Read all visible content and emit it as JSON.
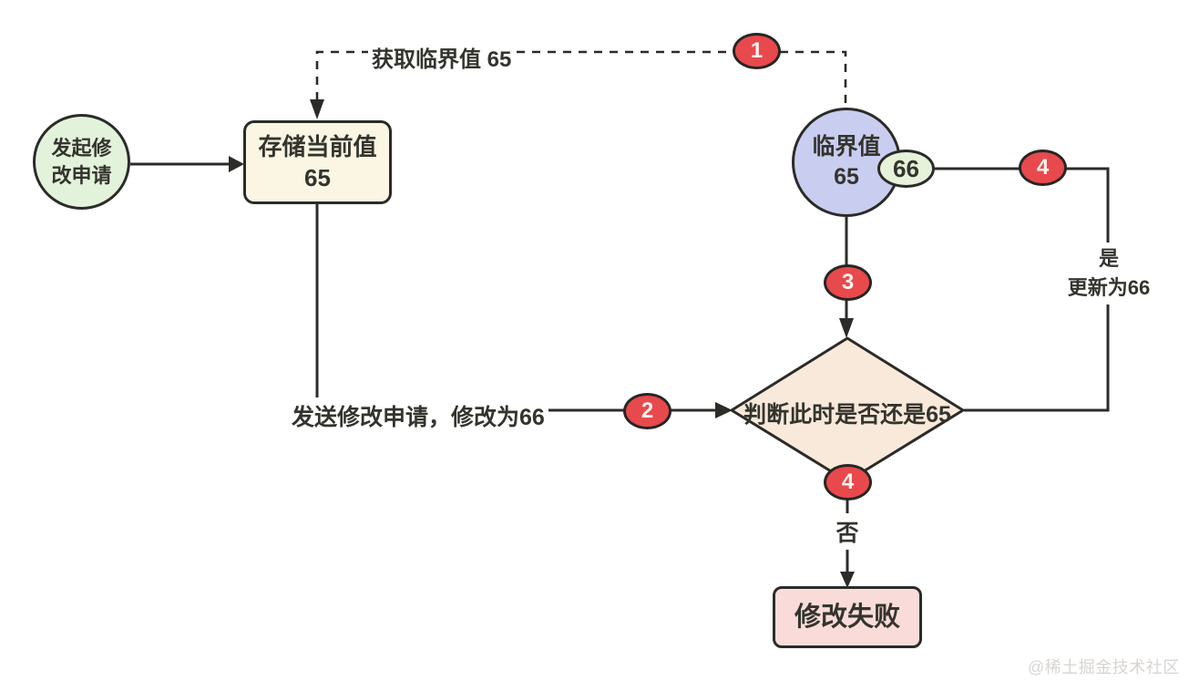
{
  "palette": {
    "stroke": "#2b2b28",
    "badge_fill": "#e8494c",
    "badge_text": "#fdf3f0",
    "start_fill": "#e3f2da",
    "store_fill": "#faf6e3",
    "critical_fill": "#c9cdf0",
    "new_value_fill": "#e6f2d9",
    "decision_fill": "#f9e9da",
    "fail_fill": "#f9dcda",
    "text": "#34342e",
    "watermark_text": "#d8d4d1"
  },
  "nodes": {
    "start": {
      "label": "发起修\n改申请"
    },
    "store": {
      "label": "存储当前值\n65"
    },
    "critical": {
      "label": "临界值\n65"
    },
    "new_value": {
      "label": "66"
    },
    "decision": {
      "label": "判断此时是否还是65"
    },
    "fail": {
      "label": "修改失败"
    }
  },
  "edge_labels": {
    "fetch": "获取临界值 65",
    "send": "发送修改申请，修改为66",
    "yes": "是\n更新为66",
    "no": "否"
  },
  "badges": {
    "step1": "1",
    "step2": "2",
    "step3": "3",
    "step4_top": "4",
    "step4_bottom": "4"
  },
  "watermark": "@稀土掘金技术社区"
}
